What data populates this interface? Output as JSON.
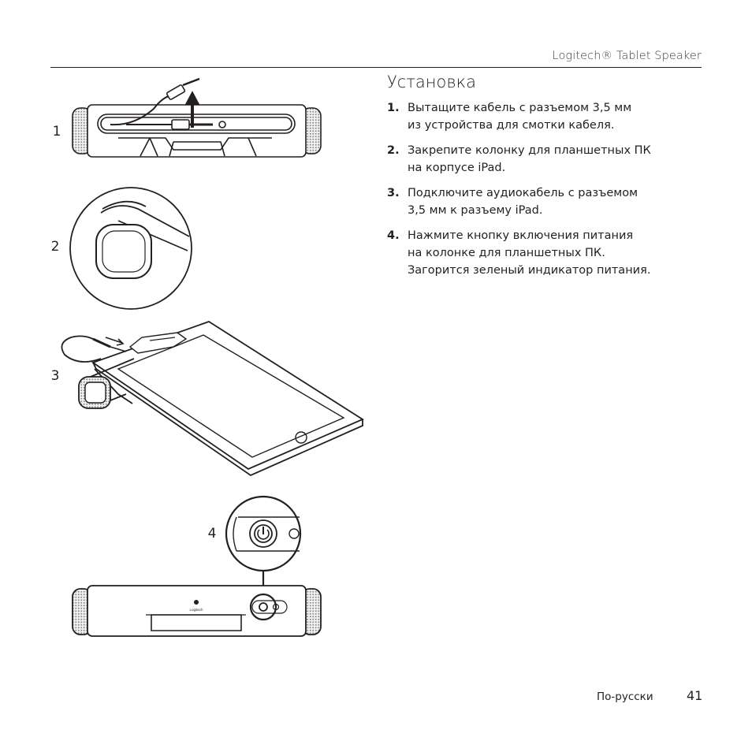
{
  "header": {
    "title": "Logitech® Tablet Speaker"
  },
  "section": {
    "title": "Установка"
  },
  "steps": [
    {
      "num": "1.",
      "text": "Вытащите кабель с разъемом 3,5 мм\nиз устройства для смотки кабеля."
    },
    {
      "num": "2.",
      "text": "Закрепите колонку для планшетных ПК\nна корпусе iPad."
    },
    {
      "num": "3.",
      "text": "Подключите аудиокабель с разъемом\n3,5 мм к разъему iPad."
    },
    {
      "num": "4.",
      "text": "Нажмите кнопку включения питания\nна колонке для планшетных ПК.\nЗагорится зеленый индикатор питания."
    }
  ],
  "figures": {
    "fig1_label": "1",
    "fig2_label": "2",
    "fig3_label": "3",
    "fig4_label": "4",
    "logo_text": "Logitech"
  },
  "footer": {
    "language": "По-русски",
    "page": "41"
  },
  "colors": {
    "ink": "#231f20",
    "background": "#ffffff"
  }
}
